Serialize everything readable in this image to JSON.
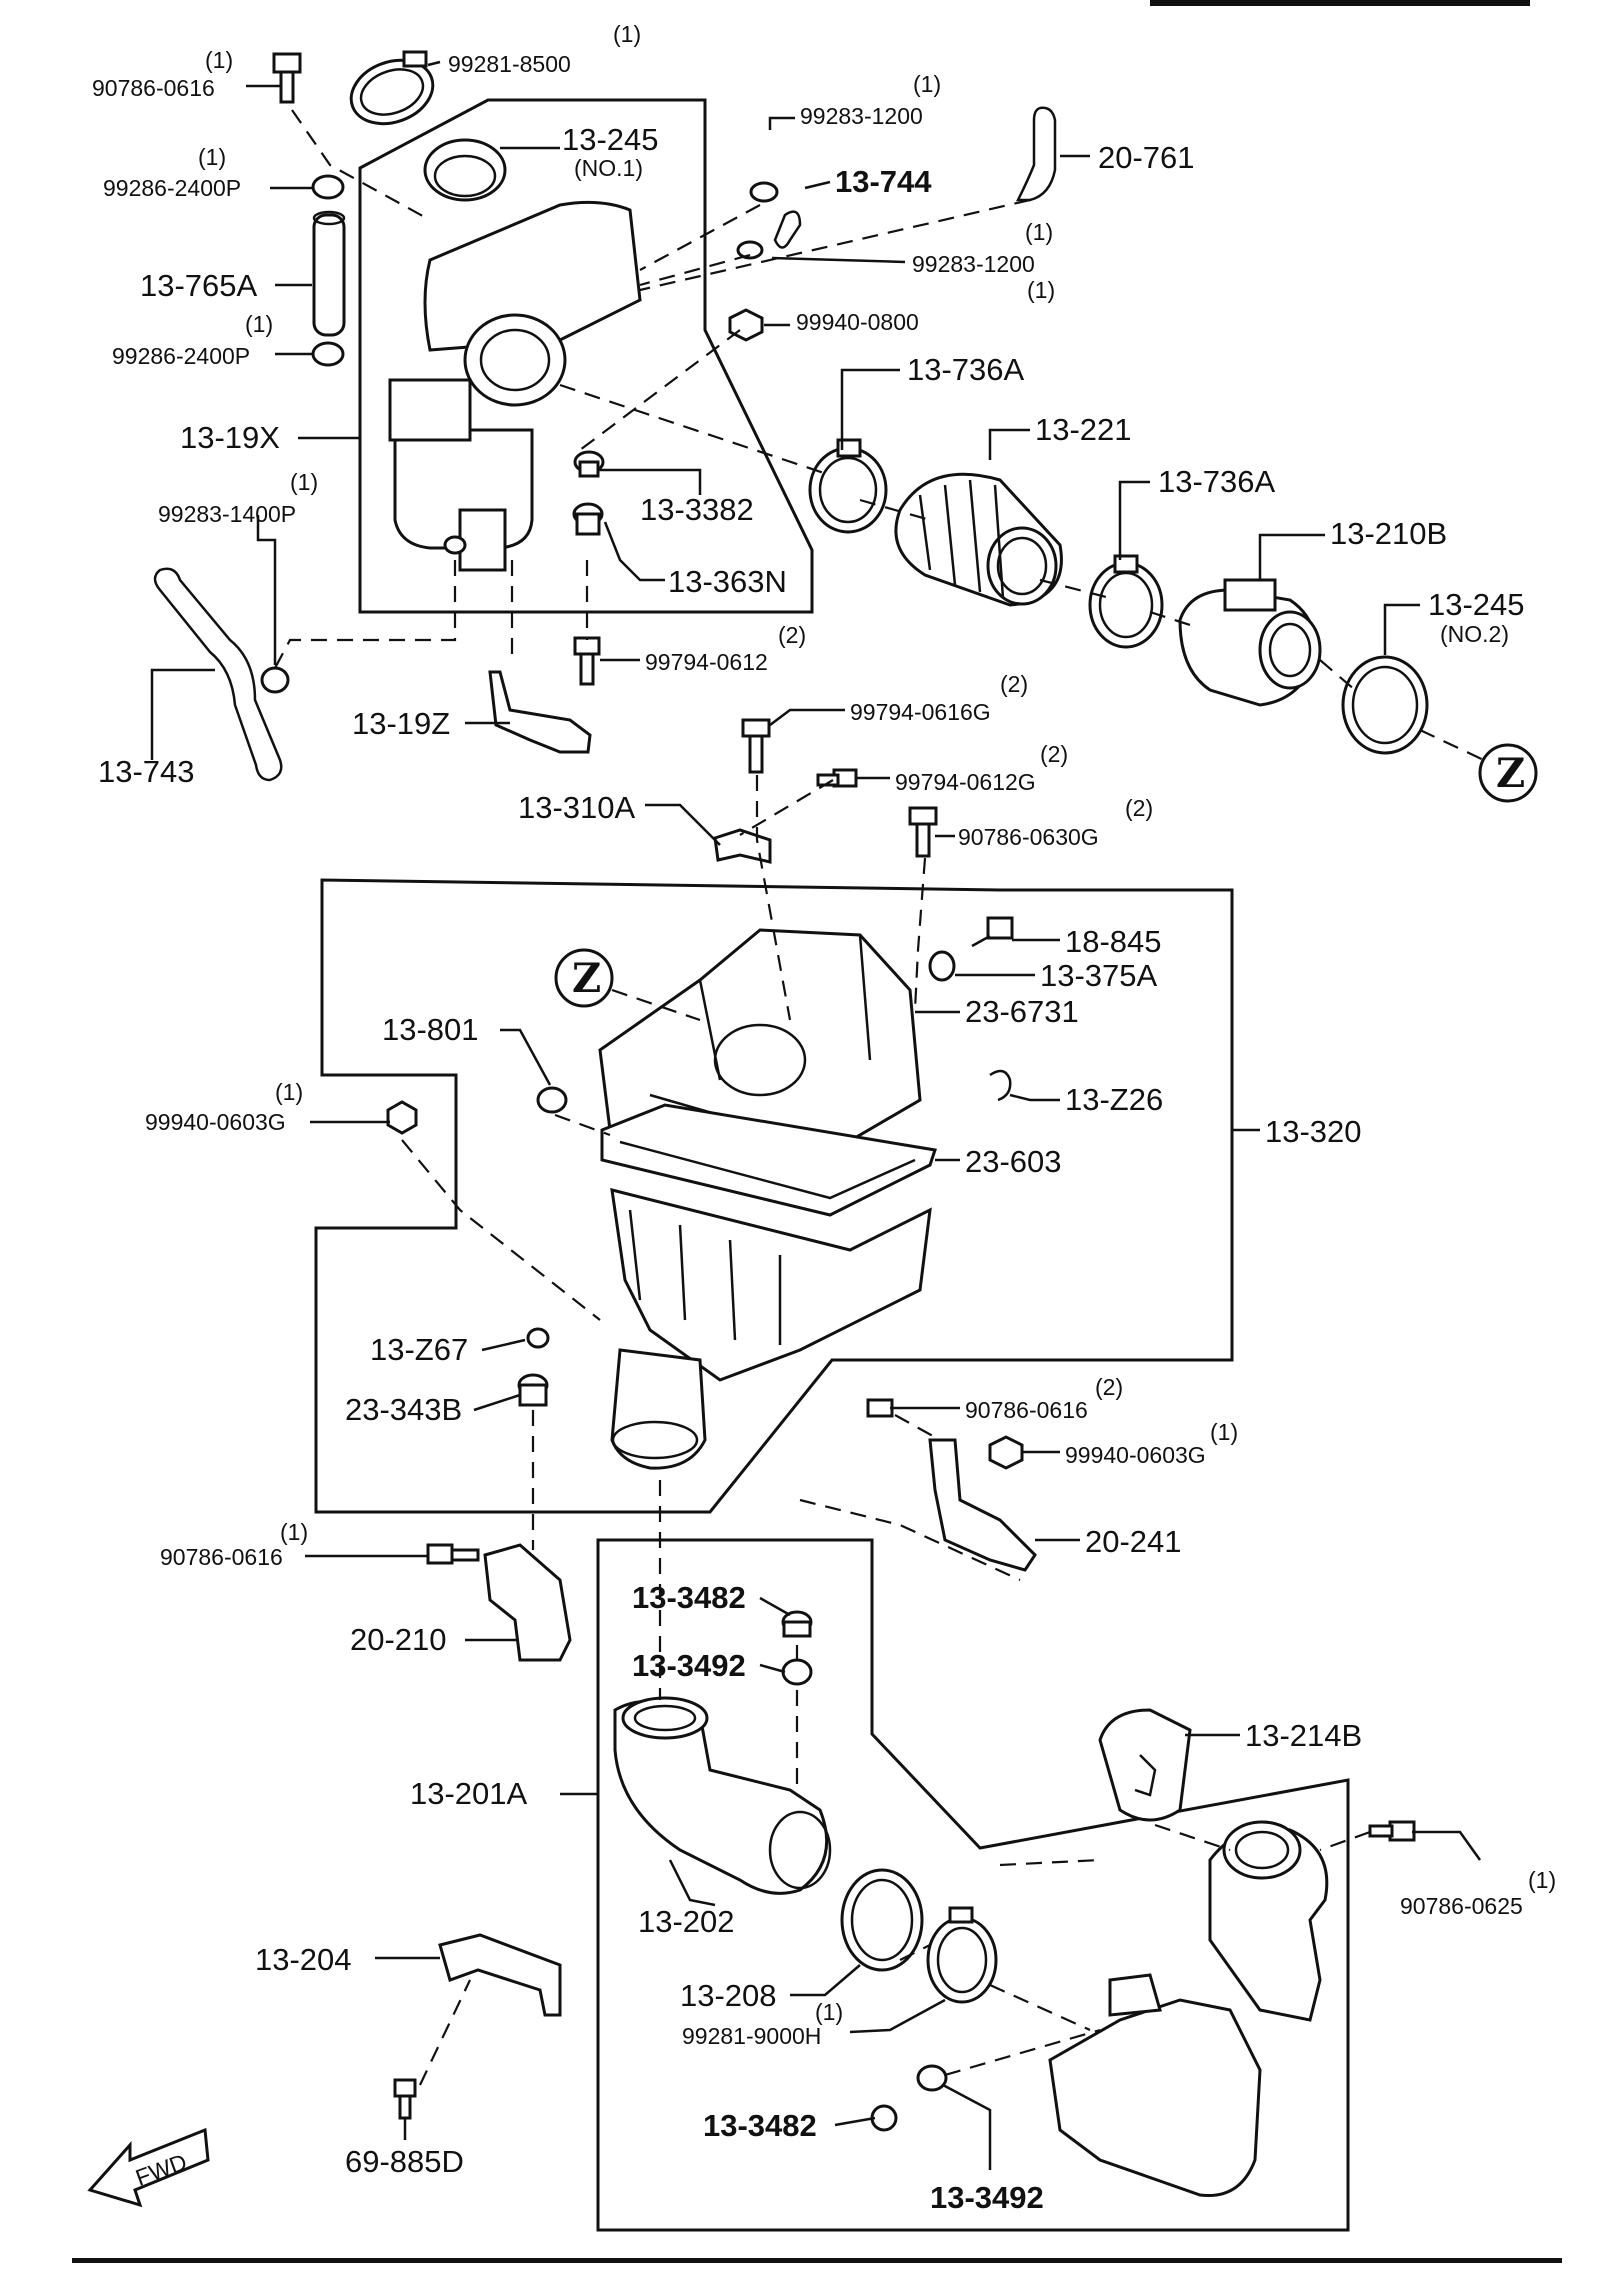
{
  "labels": {
    "p_90786_0616_a": "90786-0616",
    "q_90786_0616_a": "(1)",
    "p_99281_8500": "99281-8500",
    "q_99281_8500": "(1)",
    "p_13_245_no1": "13-245",
    "n_13_245_no1": "(NO.1)",
    "p_99283_1200_a": "99283-1200",
    "q_99283_1200_a": "(1)",
    "p_20_761": "20-761",
    "p_13_744": "13-744",
    "p_99286_2400p_a": "99286-2400P",
    "q_99286_2400p_a": "(1)",
    "p_13_765a": "13-765A",
    "p_99283_1200_b": "99283-1200",
    "q_99283_1200_b": "(1)",
    "p_99940_0800": "99940-0800",
    "q_99940_0800": "(1)",
    "p_99286_2400p_b": "99286-2400P",
    "q_99286_2400p_b": "(1)",
    "p_13_736a_a": "13-736A",
    "p_13_19x": "13-19X",
    "p_13_221": "13-221",
    "p_13_3382": "13-3382",
    "p_99283_1400p": "99283-1400P",
    "q_99283_1400p": "(1)",
    "p_13_736a_b": "13-736A",
    "p_13_210b": "13-210B",
    "p_13_363n": "13-363N",
    "p_13_245_no2": "13-245",
    "n_13_245_no2": "(NO.2)",
    "p_99794_0612_a": "99794-0612",
    "q_99794_0612_a": "(2)",
    "p_13_19z": "13-19Z",
    "p_13_743": "13-743",
    "p_99794_0616g": "99794-0616G",
    "q_99794_0616g": "(2)",
    "p_99794_0612g": "99794-0612G",
    "q_99794_0612g": "(2)",
    "p_13_310a": "13-310A",
    "p_90786_0630g": "90786-0630G",
    "q_90786_0630g": "(2)",
    "p_18_845": "18-845",
    "p_13_375a": "13-375A",
    "p_23_6731": "23-6731",
    "p_13_801": "13-801",
    "p_13_z26": "13-Z26",
    "p_99940_0603g_a": "99940-0603G",
    "q_99940_0603g_a": "(1)",
    "p_13_320": "13-320",
    "p_23_603": "23-603",
    "p_13_z67": "13-Z67",
    "p_23_343b": "23-343B",
    "p_90786_0616_b": "90786-0616",
    "q_90786_0616_b": "(2)",
    "p_99940_0603g_b": "99940-0603G",
    "q_99940_0603g_b": "(1)",
    "p_90786_0616_c": "90786-0616",
    "q_90786_0616_c": "(1)",
    "p_20_241": "20-241",
    "p_13_3482_a": "13-3482",
    "p_20_210": "20-210",
    "p_13_3492_a": "13-3492",
    "p_13_214b": "13-214B",
    "p_13_201a": "13-201A",
    "p_90786_0625": "90786-0625",
    "q_90786_0625": "(1)",
    "p_13_202": "13-202",
    "p_13_204": "13-204",
    "p_13_208": "13-208",
    "p_99281_9000h": "99281-9000H",
    "q_99281_9000h": "(1)",
    "p_69_885d": "69-885D",
    "p_13_3482_b": "13-3482",
    "p_13_3492_b": "13-3492",
    "z_a": "Z",
    "z_b": "Z",
    "fwd": "FWD"
  }
}
